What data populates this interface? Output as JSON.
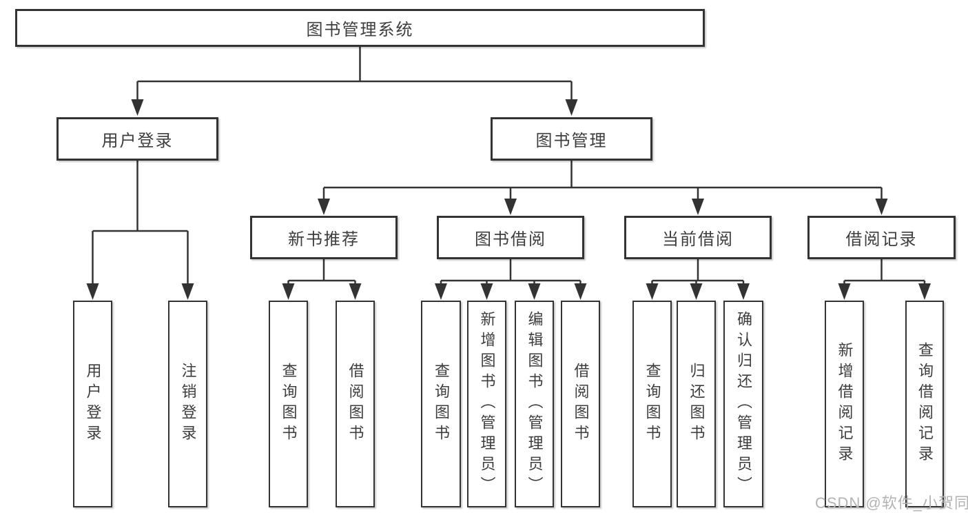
{
  "tree": {
    "label": "图书管理系统",
    "children": [
      {
        "label": "用户登录",
        "children": [
          {
            "label": "用户登录"
          },
          {
            "label": "注销登录"
          }
        ]
      },
      {
        "label": "图书管理",
        "children": [
          {
            "label": "新书推荐",
            "children": [
              {
                "label": "查询图书"
              },
              {
                "label": "借阅图书"
              }
            ]
          },
          {
            "label": "图书借阅",
            "children": [
              {
                "label": "查询图书"
              },
              {
                "label": "新增图书（管理员）"
              },
              {
                "label": "编辑图书（管理员）"
              },
              {
                "label": "借阅图书"
              }
            ]
          },
          {
            "label": "当前借阅",
            "children": [
              {
                "label": "查询图书"
              },
              {
                "label": "归还图书"
              },
              {
                "label": "确认归还（管理员）"
              }
            ]
          },
          {
            "label": "借阅记录",
            "children": [
              {
                "label": "新增借阅记录"
              },
              {
                "label": "查询借阅记录"
              }
            ]
          }
        ]
      }
    ]
  },
  "watermark": {
    "text": "CSDN @软件_小贺同学"
  },
  "colors": {
    "line": "#333333",
    "box_border": "#333333",
    "box_fill": "#ffffff",
    "text": "#3d3d3d",
    "watermark": "#b3b3b3",
    "background": "#ffffff"
  }
}
